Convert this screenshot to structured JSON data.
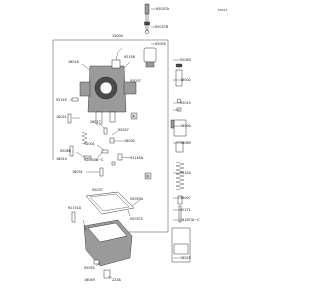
{
  "diagram_code": "E0011",
  "main_part": "15004",
  "tag_letters": [
    "A",
    "B"
  ],
  "part_labels": [
    "92037A",
    "92037B",
    "92055",
    "92063",
    "16016",
    "92158",
    "16002",
    "92037",
    "92145",
    "92015",
    "16004",
    "92144",
    "16017",
    "92057",
    "16069",
    "92066",
    "16014",
    "16030",
    "16021",
    "92063/A~C",
    "92145A",
    "16031",
    "92001",
    "16007",
    "92037",
    "92055A",
    "92171",
    "16187/A~C",
    "92151A",
    "92037C",
    "16025",
    "92055",
    "16049",
    "223A"
  ]
}
